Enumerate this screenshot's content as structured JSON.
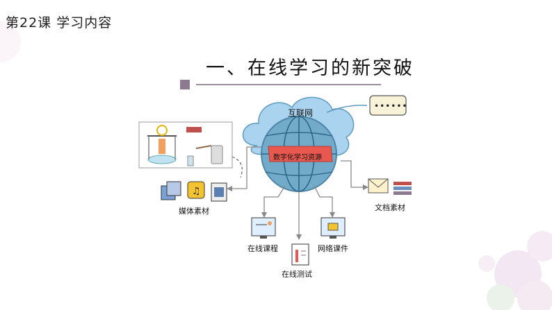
{
  "header": {
    "lesson_title": "第22课  学习内容",
    "section_title": "一、在线学习的新突破"
  },
  "diagram": {
    "center_label": "数字化学习资源",
    "cloud_label": "互联网",
    "bubble_text": "••••••",
    "nodes": [
      {
        "label": "媒体素材"
      },
      {
        "label": "文档素材"
      },
      {
        "label": "在线课程"
      },
      {
        "label": "网络课件"
      },
      {
        "label": "在线测试"
      }
    ]
  },
  "colors": {
    "cloud": "#a9d3ef",
    "globe": "#6fa8c8",
    "banner": "#e8584f",
    "accent": "#8c7a8f"
  }
}
